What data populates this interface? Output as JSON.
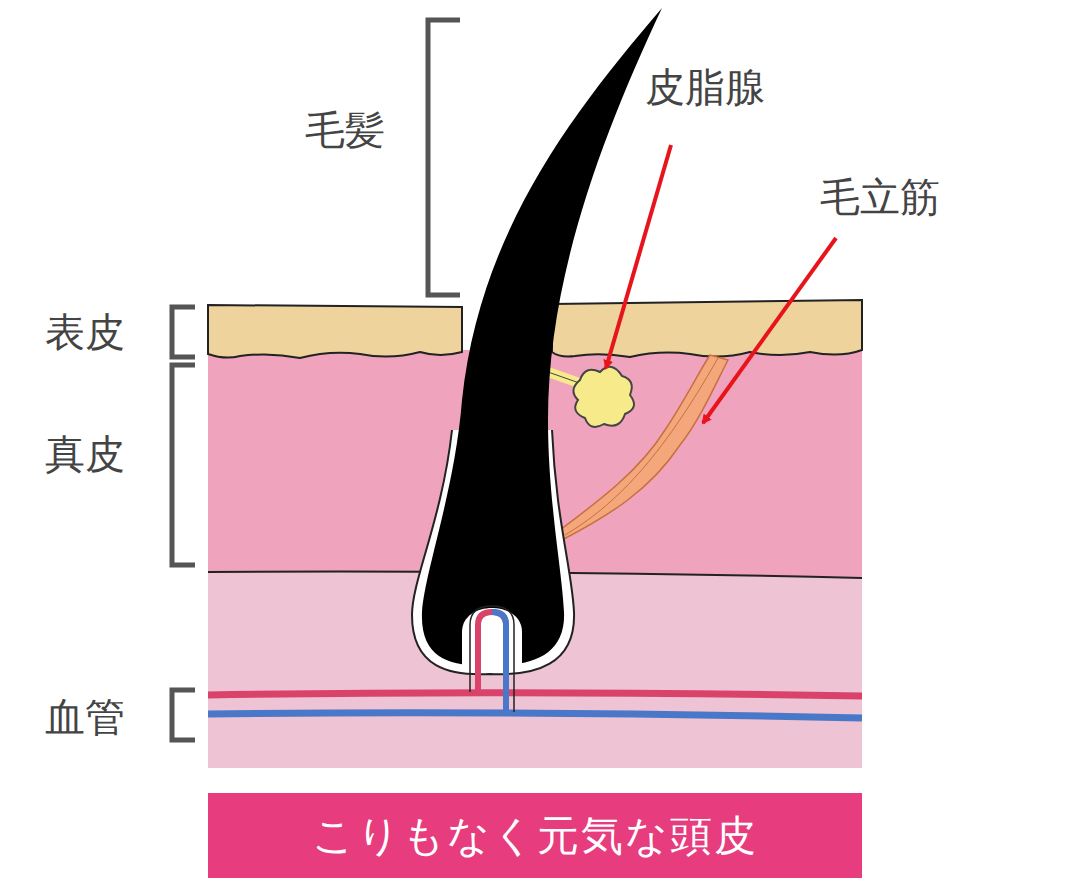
{
  "diagram": {
    "caption": "こりもなく元気な頭皮",
    "labels": [
      "毛髪",
      "皮脂腺",
      "毛立筋",
      "表皮",
      "真皮",
      "血管"
    ]
  }
}
